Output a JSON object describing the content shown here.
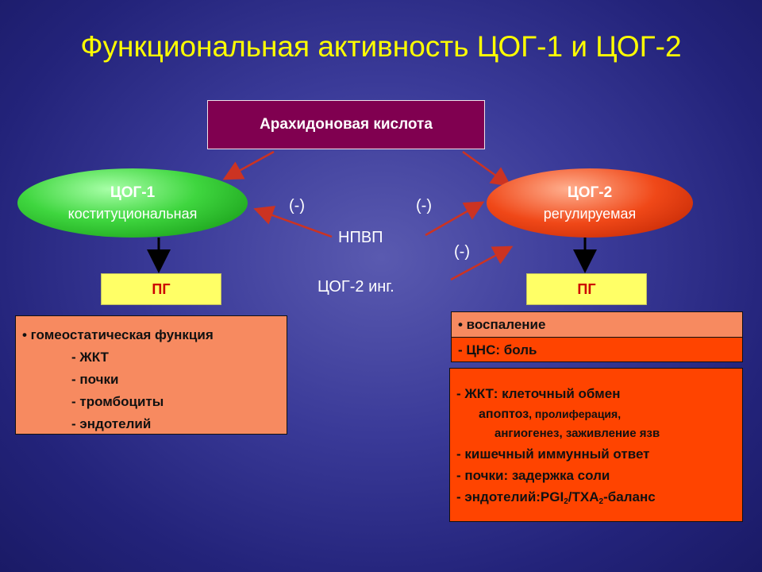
{
  "title": "Функциональная активность ЦОГ-1 и ЦОГ-2",
  "arachidonic_acid": "Арахидоновая кислота",
  "cox1": {
    "name": "ЦОГ-1",
    "subtitle": "коституциональная"
  },
  "cox2": {
    "name": "ЦОГ-2",
    "subtitle": "регулируемая"
  },
  "pg_left": "ПГ",
  "pg_right": "ПГ",
  "inhibitors": {
    "minus_1": "(-)",
    "minus_2": "(-)",
    "minus_3": "(-)",
    "npvp": "НПВП",
    "cox2_inh": "ЦОГ-2 инг."
  },
  "left_panel": {
    "heading": "• гомеостатическая функция",
    "items": [
      "- ЖКТ",
      "- почки",
      "- тромбоциты",
      "- эндотелий"
    ]
  },
  "right_top": {
    "inflammation": "• воспаление",
    "cns": "- ЦНС: боль"
  },
  "right_panel": {
    "line1": "- ЖКТ: клеточный обмен",
    "line2a": "апоптоз",
    "line2b": ", пролиферация,",
    "line3": "ангиогенез, заживление язв",
    "line4": "- кишечный иммунный ответ",
    "line5": "- почки: задержка соли",
    "line6_prefix": "- эндотелий:PGI",
    "line6_sub1": "2",
    "line6_mid": "/TXA",
    "line6_sub2": "2",
    "line6_suffix": "-баланс"
  },
  "colors": {
    "title": "#ffff00",
    "acid_box": "#800050",
    "cox1": "#3fd63f",
    "cox2": "#f04818",
    "pg_box": "#ffff66",
    "pg_text": "#cc0000",
    "panel_light": "#f78a60",
    "panel_dark": "#ff4400",
    "arrow_red": "#cc3322"
  }
}
